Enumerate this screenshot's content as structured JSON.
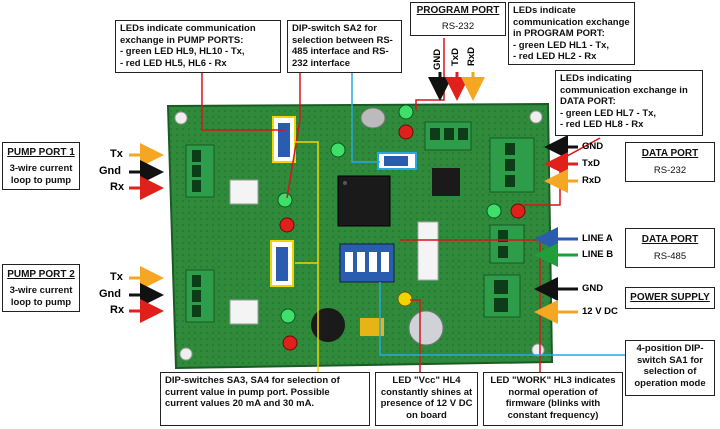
{
  "callouts": {
    "pump_leds": "LEDs indicate communication exchange in PUMP PORTS:\n - green LED HL9, HL10 - Tx,\n - red LED HL5, HL6 - Rx",
    "sa2": "DIP-switch SA2 for selection between RS-485 interface and RS-232 interface",
    "program_leds": "LEDs indicate communication exchange in PROGRAM PORT:\n - green LED HL1 - Tx,\n - red LED HL2 - Rx",
    "data_leds": "LEDs indicating communication exchange in DATA PORT:\n - green LED HL7 - Tx,\n - red LED HL8 - Rx",
    "sa3_sa4": "DIP-switches SA3, SA4 for selection of current value in pump port. Possible current values 20 mA and 30 mA.",
    "hl4": "LED \"Vcc\" HL4 constantly shines at presence of 12 V DC on board",
    "hl3": "LED \"WORK\" HL3 indicates normal operation of firmware (blinks with constant frequency)",
    "sa1": "4-position DIP-switch SA1 for selection of operation mode"
  },
  "ports": {
    "program": {
      "title": "PROGRAM PORT",
      "sub": "RS-232"
    },
    "pump1": {
      "title": "PUMP PORT 1",
      "sub": "3-wire current loop to pump"
    },
    "pump2": {
      "title": "PUMP PORT 2",
      "sub": "3-wire current loop to pump"
    },
    "data232": {
      "title": "DATA PORT",
      "sub": "RS-232"
    },
    "data485": {
      "title": "DATA PORT",
      "sub": "RS-485"
    },
    "power": {
      "title": "POWER SUPPLY"
    }
  },
  "wires": {
    "program": [
      "GND",
      "TxD",
      "RxD"
    ],
    "pump1": [
      "Tx",
      "Gnd",
      "Rx"
    ],
    "pump2": [
      "Tx",
      "Gnd",
      "Rx"
    ],
    "data232": [
      "GND",
      "TxD",
      "RxD"
    ],
    "data485": [
      "LINE A",
      "LINE B"
    ],
    "power": [
      "GND",
      "12 V DC"
    ]
  },
  "colors": {
    "board": "#2f8a3c",
    "orange": "#f5a623",
    "red": "#e0201a",
    "black": "#111111",
    "blue": "#2a5db0",
    "green": "#1f9e3a",
    "callout_line_yellow": "#f2d500",
    "callout_line_red": "#d9141a",
    "callout_line_blue": "#2aa7e0"
  }
}
